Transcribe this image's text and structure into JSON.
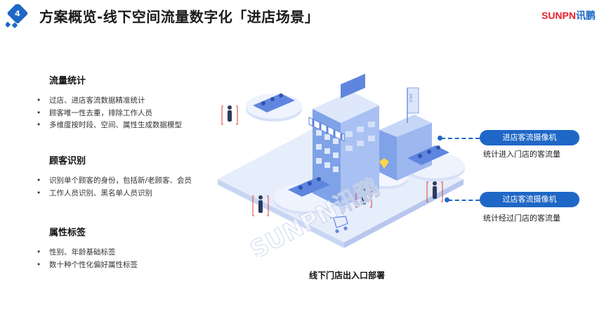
{
  "header": {
    "slide_number": "4",
    "title": "方案概览-线下空间流量数字化「进店场景」",
    "logo_latin": "SUNPN",
    "logo_cn": "讯鹏"
  },
  "sections": [
    {
      "title": "流量统计",
      "items": [
        "过店、进店客流数据精准统计",
        "顾客唯一性去重，排除工作人员",
        "多维度按时段、空间、属性生成数据模型"
      ]
    },
    {
      "title": "顾客识别",
      "items": [
        "识别单个顾客的身份，包括新/老顾客、会员",
        "工作人员识别、黑名单人员识别"
      ]
    },
    {
      "title": "属性标签",
      "items": [
        "性别、年龄基础标签",
        "数十种个性化偏好属性标签"
      ]
    }
  ],
  "illustration": {
    "watermark": "SUNPN讯鹏",
    "sale_sign": "SALE",
    "caption": "线下门店出入口部署"
  },
  "cameras": [
    {
      "label": "进店客流摄像机",
      "desc": "统计进入门店的客流量"
    },
    {
      "label": "过店客流摄像机",
      "desc": "统计经过门店的客流量"
    }
  ],
  "colors": {
    "accent": "#1f67c6",
    "logo_red": "#e8222a",
    "highlight_red": "#e23b3b"
  }
}
